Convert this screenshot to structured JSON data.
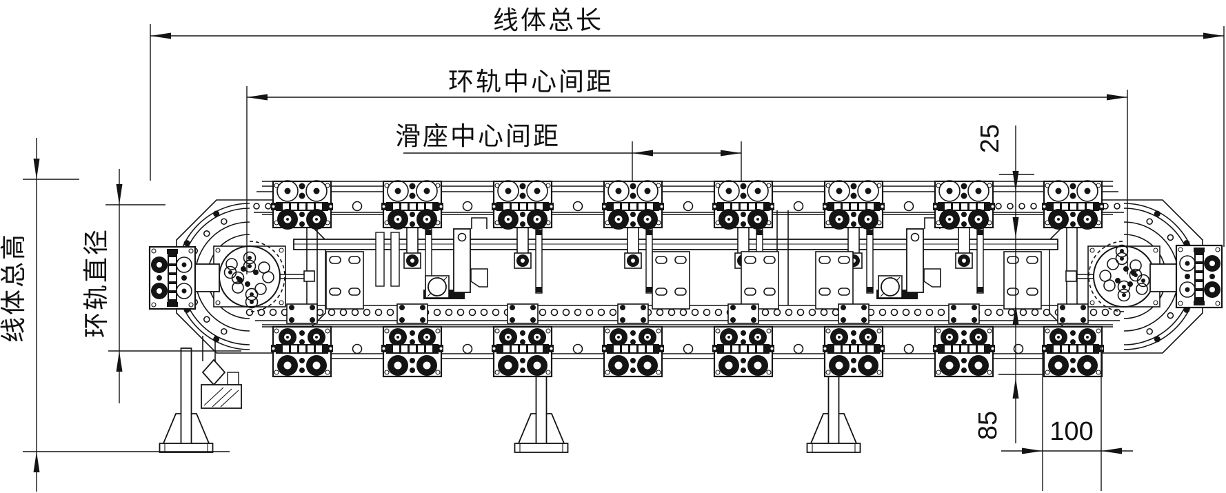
{
  "drawing": {
    "type": "engineering-cad-side-view",
    "background": "#ffffff",
    "line_color": "#141414",
    "labels": {
      "total_length": "线体总长",
      "ring_center_distance": "环轨中心间距",
      "slider_center_distance": "滑座中心间距",
      "total_height": "线体总高",
      "ring_diameter": "环轨直径"
    },
    "dimensions": {
      "top_offset": "25",
      "bottom_offset": "85",
      "slider_width": "100"
    },
    "counts": {
      "top_slider_plates": 8,
      "bottom_slider_plates": 8,
      "legs": 3,
      "ring_disks": 2
    }
  }
}
